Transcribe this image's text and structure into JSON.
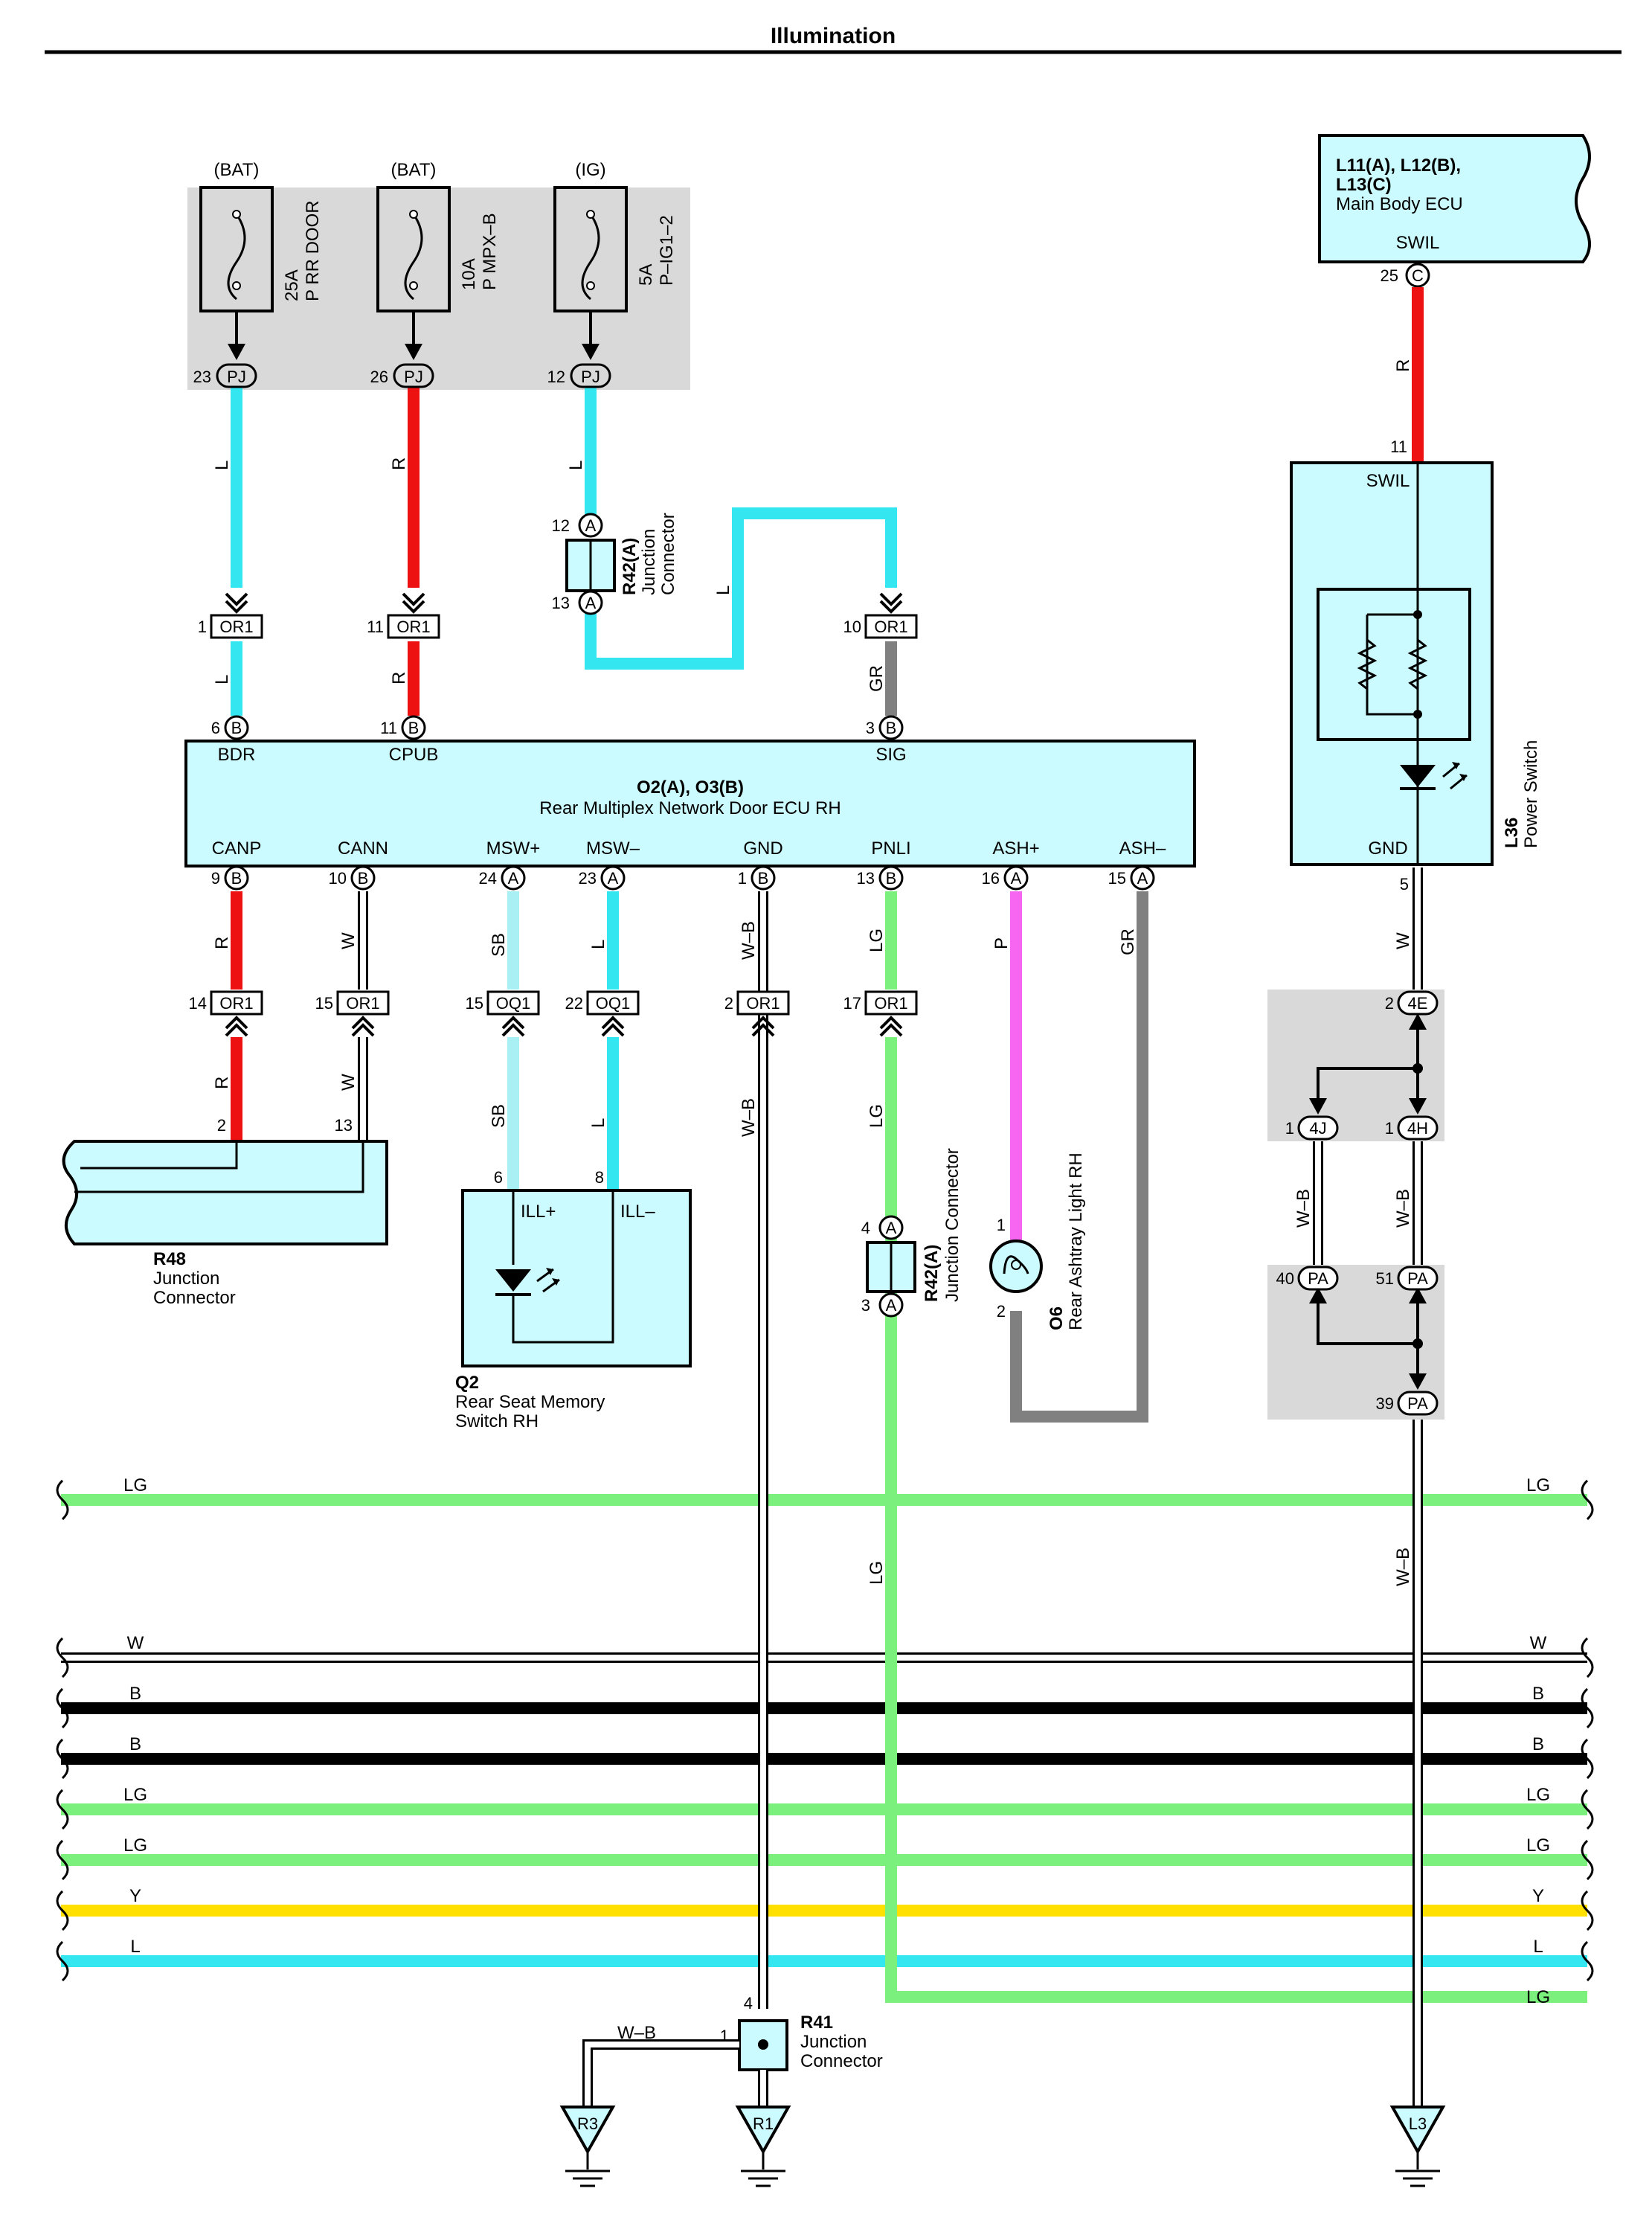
{
  "page": {
    "title": "Illumination"
  },
  "fuses": [
    {
      "source": "(BAT)",
      "rating": "25A",
      "name": "P RR DOOR",
      "pin": "23",
      "connector": "PJ",
      "wire": "L",
      "color": "#33e6f0"
    },
    {
      "source": "(BAT)",
      "rating": "10A",
      "name": "P MPX–B",
      "pin": "26",
      "connector": "PJ",
      "wire": "R",
      "color": "#ee1111"
    },
    {
      "source": "(IG)",
      "rating": "5A",
      "name": "P–IG1–2",
      "pin": "12",
      "connector": "PJ",
      "wire": "L",
      "color": "#33e6f0"
    }
  ],
  "components": {
    "main_body_ecu": {
      "code": "L11(A), L12(B),",
      "code2": "L13(C)",
      "name": "Main Body ECU",
      "terminal": "SWIL",
      "pin": "25",
      "connector": "C"
    },
    "power_switch": {
      "code": "L36",
      "name": "Power Switch",
      "terminal_top": "SWIL",
      "pin_top": "11",
      "terminal_bottom": "GND",
      "pin_bottom": "5"
    },
    "door_ecu": {
      "code": "O2(A), O3(B)",
      "name": "Rear Multiplex Network Door ECU RH",
      "top_terminals": [
        {
          "pin": "6",
          "conn": "B",
          "name": "BDR"
        },
        {
          "pin": "11",
          "conn": "B",
          "name": "CPUB"
        },
        {
          "pin": "3",
          "conn": "B",
          "name": "SIG"
        }
      ],
      "bottom_terminals": [
        {
          "pin": "9",
          "conn": "B",
          "name": "CANP"
        },
        {
          "pin": "10",
          "conn": "B",
          "name": "CANN"
        },
        {
          "pin": "24",
          "conn": "A",
          "name": "MSW+"
        },
        {
          "pin": "23",
          "conn": "A",
          "name": "MSW–"
        },
        {
          "pin": "1",
          "conn": "B",
          "name": "GND"
        },
        {
          "pin": "13",
          "conn": "B",
          "name": "PNLI"
        },
        {
          "pin": "16",
          "conn": "A",
          "name": "ASH+"
        },
        {
          "pin": "15",
          "conn": "A",
          "name": "ASH–"
        }
      ]
    },
    "r42_top": {
      "code": "R42(A)",
      "name1": "Junction",
      "name2": "Connector",
      "pin_a": "12",
      "pin_b": "13",
      "conn": "A"
    },
    "r42_mid": {
      "code": "R42(A)",
      "name": "Junction Connector",
      "pin_a": "4",
      "pin_b": "3",
      "conn": "A"
    },
    "r48": {
      "code": "R48",
      "name1": "Junction",
      "name2": "Connector",
      "pin1": "2",
      "pin2": "13"
    },
    "q2": {
      "code": "Q2",
      "name1": "Rear Seat Memory",
      "name2": "Switch RH",
      "t1": "ILL+",
      "t2": "ILL–",
      "pin1": "6",
      "pin2": "8"
    },
    "o6": {
      "code": "O6",
      "name": "Rear Ashtray Light RH",
      "pin1": "1",
      "pin2": "2"
    },
    "r41": {
      "code": "R41",
      "name1": "Junction",
      "name2": "Connector",
      "pin1": "4",
      "pin2": "1"
    },
    "grounds": [
      "R3",
      "R1",
      "L3"
    ]
  },
  "inline_connectors": {
    "top": [
      {
        "pin": "1",
        "name": "OR1"
      },
      {
        "pin": "11",
        "name": "OR1"
      },
      {
        "pin": "10",
        "name": "OR1"
      }
    ],
    "bottom": [
      {
        "pin": "14",
        "name": "OR1"
      },
      {
        "pin": "15",
        "name": "OR1"
      },
      {
        "pin": "15",
        "name": "OQ1"
      },
      {
        "pin": "22",
        "name": "OQ1"
      },
      {
        "pin": "2",
        "name": "OR1"
      },
      {
        "pin": "17",
        "name": "OR1"
      }
    ],
    "right": [
      {
        "pin": "2",
        "name": "4E"
      },
      {
        "pin": "1",
        "name": "4J"
      },
      {
        "pin": "1",
        "name": "4H"
      },
      {
        "pin": "40",
        "name": "PA"
      },
      {
        "pin": "51",
        "name": "PA"
      },
      {
        "pin": "39",
        "name": "PA"
      }
    ]
  },
  "wire_labels": {
    "l": "L",
    "r": "R",
    "gr": "GR",
    "w": "W",
    "sb": "SB",
    "wb": "W–B",
    "lg": "LG",
    "p": "P",
    "b": "B",
    "y": "Y"
  },
  "bus_lines": [
    {
      "label": "LG",
      "color": "#7cf07c"
    },
    {
      "label": "W",
      "color": "#ffffff"
    },
    {
      "label": "B",
      "color": "#000000"
    },
    {
      "label": "B",
      "color": "#000000"
    },
    {
      "label": "LG",
      "color": "#7cf07c"
    },
    {
      "label": "LG",
      "color": "#7cf07c"
    },
    {
      "label": "Y",
      "color": "#ffe000"
    },
    {
      "label": "L",
      "color": "#33e6f0"
    },
    {
      "label": "LG",
      "color": "#7cf07c"
    }
  ],
  "colors": {
    "cyan_fill": "#ccfbff",
    "grey_fill": "#d9d9d9",
    "L": "#33e6f0",
    "R": "#ee1111",
    "GR": "#808080",
    "SB": "#a8f0f4",
    "LG": "#7cf07c",
    "P": "#f766f0"
  }
}
